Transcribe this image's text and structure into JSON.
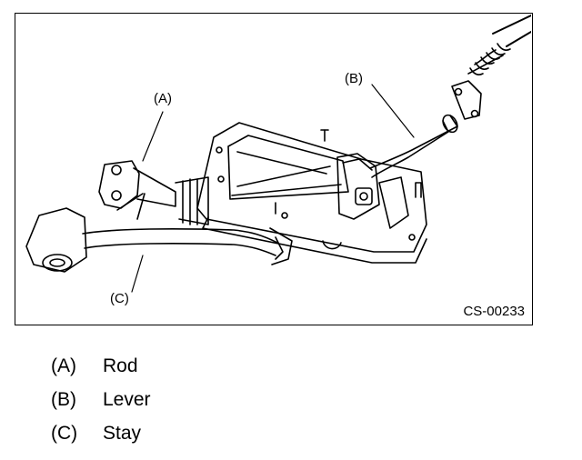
{
  "figure": {
    "figure_id": "CS-00233",
    "callouts": [
      "(A)",
      "(B)",
      "(C)"
    ]
  },
  "legend": [
    {
      "code": "(A)",
      "label": "Rod"
    },
    {
      "code": "(B)",
      "label": "Lever"
    },
    {
      "code": "(C)",
      "label": "Stay"
    }
  ]
}
